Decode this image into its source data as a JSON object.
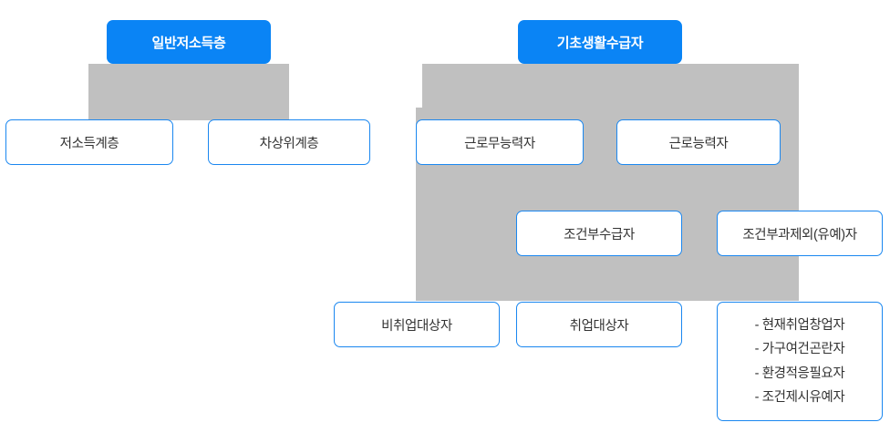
{
  "diagram": {
    "title_left": "일반저소득층",
    "title_right": "기초생활수급자",
    "accent_blue": "#0a84f5",
    "border_blue": "#1a87f0",
    "connector_gray": "#c0c0c0",
    "text_dark": "#333333",
    "text_light": "#ffffff"
  },
  "left_branch": {
    "header": "일반저소득층",
    "children": [
      {
        "label": "저소득계층"
      },
      {
        "label": "차상위계층"
      }
    ]
  },
  "right_branch": {
    "header": "기초생활수급자",
    "level1": [
      {
        "label": "근로무능력자"
      },
      {
        "label": "근로능력자"
      }
    ],
    "level2": [
      {
        "label": "조건부수급자"
      },
      {
        "label": "조건부과제외(유예)자"
      }
    ],
    "level3": [
      {
        "label": "비취업대상자"
      },
      {
        "label": "취업대상자"
      }
    ],
    "detail_list": [
      "- 현재취업창업자",
      "- 가구여건곤란자",
      "- 환경적응필요자",
      "- 조건제시유예자"
    ]
  }
}
